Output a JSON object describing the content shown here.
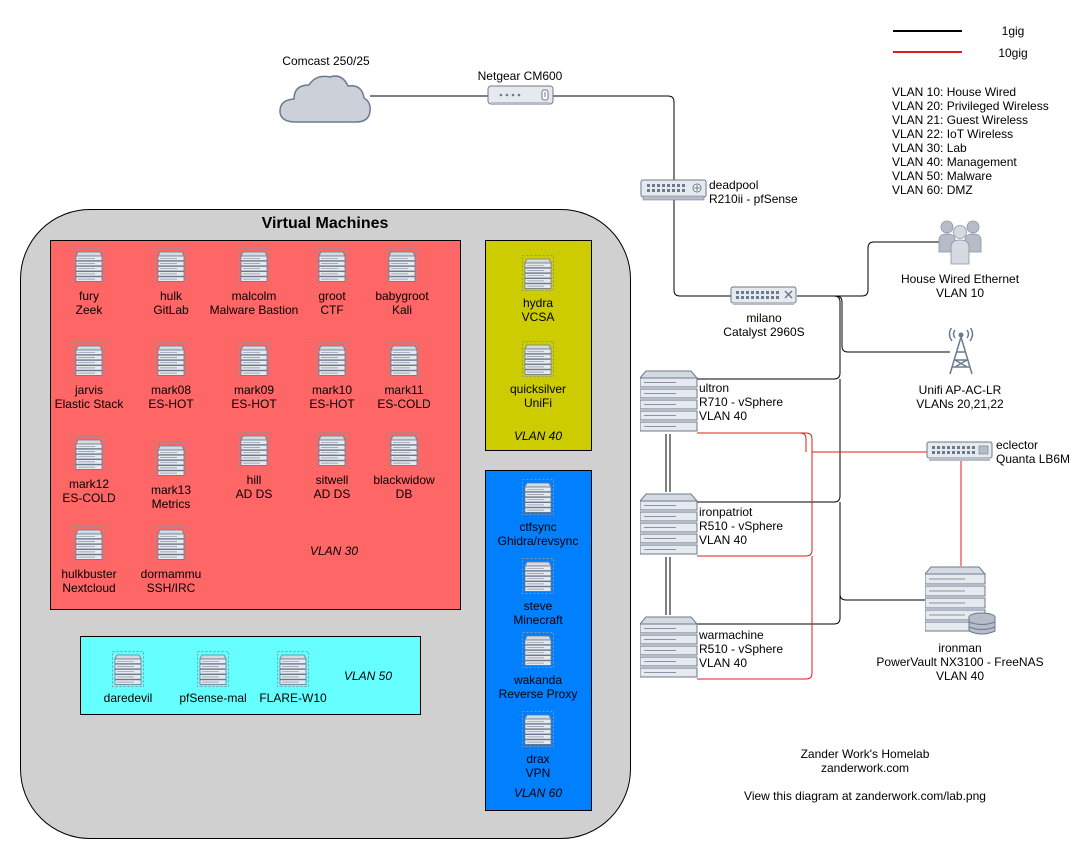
{
  "legend": {
    "lines": [
      {
        "label": "1gig",
        "color": "#000000"
      },
      {
        "label": "10gig",
        "color": "#e01b1b"
      }
    ],
    "vlans": [
      "VLAN 10: House Wired",
      "VLAN 20: Privileged Wireless",
      "VLAN 21: Guest Wireless",
      "VLAN 22: IoT Wireless",
      "VLAN 30: Lab",
      "VLAN 40: Management",
      "VLAN 50: Malware",
      "VLAN 60: DMZ"
    ]
  },
  "internet": {
    "label": "Comcast 250/25"
  },
  "modem": {
    "label": "Netgear CM600"
  },
  "firewall": {
    "name": "deadpool",
    "desc": "R210ii - pfSense"
  },
  "switch": {
    "name": "milano",
    "desc": "Catalyst 2960S"
  },
  "house": {
    "name": "House Wired Ethernet",
    "desc": "VLAN 10"
  },
  "ap": {
    "name": "Unifi AP-AC-LR",
    "desc": "VLANs 20,21,22"
  },
  "switch10g": {
    "name": "eclector",
    "desc": "Quanta LB6M"
  },
  "hosts": [
    {
      "name": "ultron",
      "model": "R710 - vSphere",
      "vlan": "VLAN 40"
    },
    {
      "name": "ironpatriot",
      "model": "R510 - vSphere",
      "vlan": "VLAN 40"
    },
    {
      "name": "warmachine",
      "model": "R510 - vSphere",
      "vlan": "VLAN 40"
    }
  ],
  "nas": {
    "name": "ironman",
    "model": "PowerVault NX3100 - FreeNAS",
    "vlan": "VLAN 40"
  },
  "vm_container": {
    "title": "Virtual Machines"
  },
  "lab": {
    "vlan": "VLAN 30",
    "color": "#ff6666",
    "vms": [
      {
        "name": "fury",
        "role": "Zeek"
      },
      {
        "name": "hulk",
        "role": "GitLab"
      },
      {
        "name": "malcolm",
        "role": "Malware Bastion"
      },
      {
        "name": "groot",
        "role": "CTF"
      },
      {
        "name": "babygroot",
        "role": "Kali"
      },
      {
        "name": "jarvis",
        "role": "Elastic Stack"
      },
      {
        "name": "mark08",
        "role": "ES-HOT"
      },
      {
        "name": "mark09",
        "role": "ES-HOT"
      },
      {
        "name": "mark10",
        "role": "ES-HOT"
      },
      {
        "name": "mark11",
        "role": "ES-COLD"
      },
      {
        "name": "mark12",
        "role": "ES-COLD"
      },
      {
        "name": "mark13",
        "role": "Metrics"
      },
      {
        "name": "hill",
        "role": "AD DS"
      },
      {
        "name": "sitwell",
        "role": "AD DS"
      },
      {
        "name": "blackwidow",
        "role": "DB"
      },
      {
        "name": "hulkbuster",
        "role": "Nextcloud"
      },
      {
        "name": "dormammu",
        "role": "SSH/IRC"
      }
    ]
  },
  "mgmt": {
    "vlan": "VLAN 40",
    "color": "#cccc00",
    "vms": [
      {
        "name": "hydra",
        "role": "VCSA"
      },
      {
        "name": "quicksilver",
        "role": "UniFi"
      }
    ]
  },
  "malware": {
    "vlan": "VLAN 50",
    "color": "#66ffff",
    "vms": [
      {
        "name": "daredevil"
      },
      {
        "name": "pfSense-mal"
      },
      {
        "name": "FLARE-W10"
      }
    ]
  },
  "dmz": {
    "vlan": "VLAN 60",
    "color": "#007fff",
    "vms": [
      {
        "name": "ctfsync",
        "role": "Ghidra/revsync"
      },
      {
        "name": "steve",
        "role": "Minecraft"
      },
      {
        "name": "wakanda",
        "role": "Reverse Proxy"
      },
      {
        "name": "drax",
        "role": "VPN"
      }
    ]
  },
  "footer": {
    "line1": "Zander Work's Homelab",
    "line2": "zanderwork.com",
    "line3": "View this diagram at zanderwork.com/lab.png"
  },
  "icons": {
    "cloud": "cloud-icon",
    "modem": "modem-icon",
    "router": "router-icon",
    "switch": "switch-icon",
    "users": "users-icon",
    "tower": "radio-tower-icon",
    "server": "server-icon",
    "vm": "virtual-machine-icon",
    "storage": "storage-icon"
  }
}
